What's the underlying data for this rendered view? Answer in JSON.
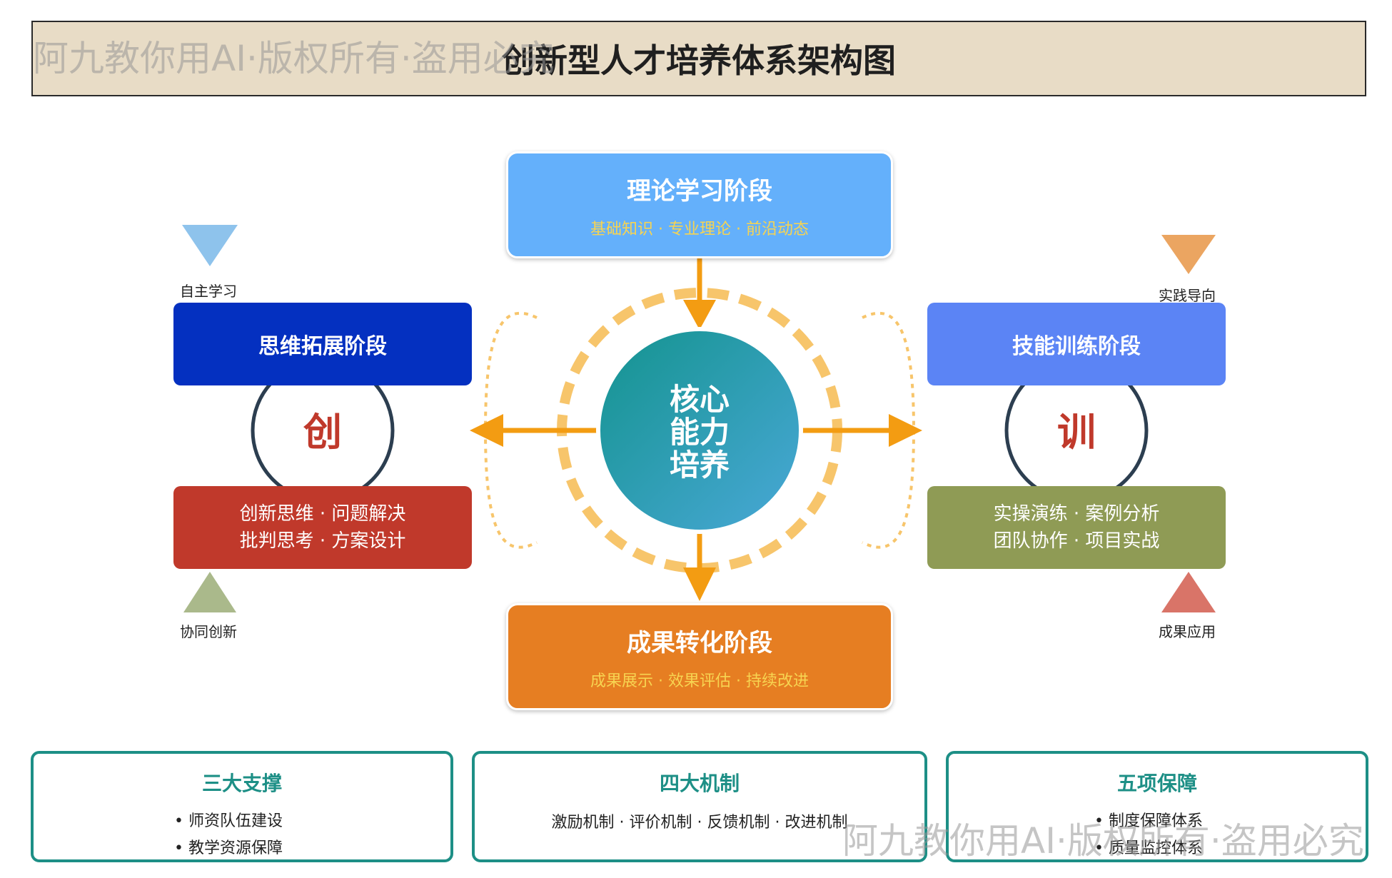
{
  "header": {
    "title": "创新型人才培养体系架构图",
    "watermark": "阿九教你用AI·版权所有·盗用必究"
  },
  "center": {
    "lines": [
      "核心",
      "能力",
      "培养"
    ]
  },
  "stages": {
    "top": {
      "title": "理论学习阶段",
      "subtitle": "基础知识 · 专业理论 · 前沿动态"
    },
    "bottom": {
      "title": "成果转化阶段",
      "subtitle": "成果展示 · 效果评估 · 持续改进"
    },
    "left": {
      "title": "思维拓展阶段",
      "symbol": "创",
      "details": [
        "创新思维 · 问题解决",
        "批判思考 · 方案设计"
      ]
    },
    "right": {
      "title": "技能训练阶段",
      "symbol": "训",
      "details": [
        "实操演练 · 案例分析",
        "团队协作 · 项目实战"
      ]
    }
  },
  "markers": {
    "top_left": "自主学习",
    "bottom_left": "协同创新",
    "top_right": "实践导向",
    "bottom_right": "成果应用"
  },
  "supports": [
    {
      "title": "三大支撑",
      "items": [
        "• 师资队伍建设",
        "• 教学资源保障"
      ]
    },
    {
      "title": "四大机制",
      "items": [
        "激励机制 · 评价机制 · 反馈机制 · 改进机制"
      ]
    },
    {
      "title": "五项保障",
      "items": [
        "• 制度保障体系",
        "• 质量监控体系"
      ]
    }
  ],
  "colors": {
    "theory": "#64b0fb",
    "result": "#e67e22",
    "thinking": "#0430c0",
    "thinking_detail": "#c0392b",
    "skill": "#5b84f5",
    "skill_detail": "#8f9b55",
    "arrow": "#f39c12",
    "ring": "#f7c56b",
    "accent_teal": "#1d8f86",
    "tri_blue": "#8ec3ec",
    "tri_green": "#aab98b",
    "tri_orange": "#eba561",
    "tri_red": "#d97468"
  }
}
